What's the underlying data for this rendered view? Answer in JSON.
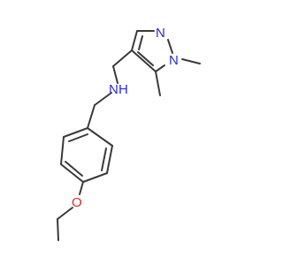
{
  "molecule": {
    "atoms": [
      {
        "id": "N_amine",
        "symbol": "N",
        "suffix": "H",
        "color": "#2b2bd6"
      },
      {
        "id": "N_pyrazole_2",
        "symbol": "N",
        "suffix": "",
        "color": "#2b2bd6"
      },
      {
        "id": "N_pyrazole_1",
        "symbol": "N",
        "suffix": "",
        "color": "#2b2bd6"
      },
      {
        "id": "O_ether",
        "symbol": "O",
        "suffix": "",
        "color": "#d62b2b"
      }
    ],
    "bond_color": "#3a3a3a"
  }
}
